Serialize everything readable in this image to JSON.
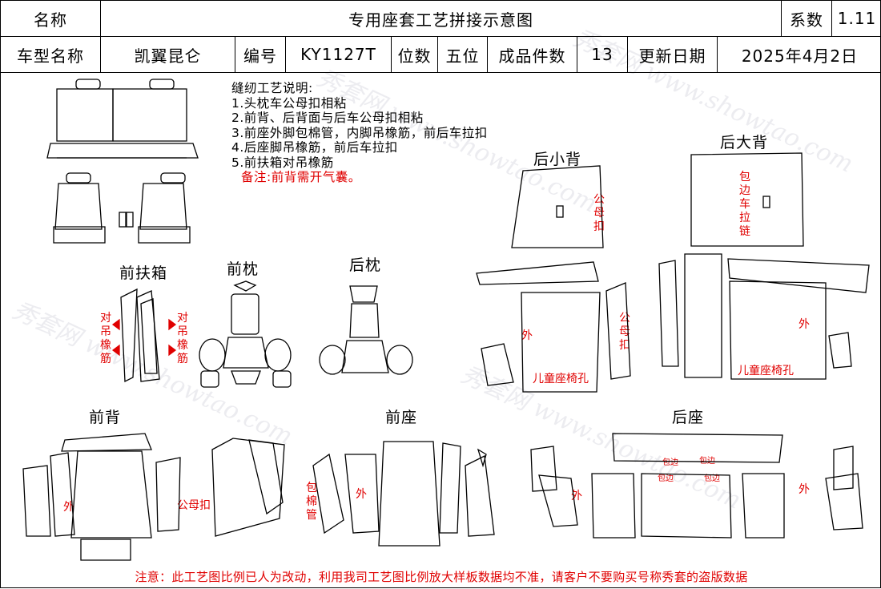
{
  "header": {
    "name_label": "名称",
    "doc_title": "专用座套工艺拼接示意图",
    "coef_label": "系数",
    "coef_value": "1.11",
    "model_label": "车型名称",
    "model_value": "凯翼昆仑",
    "code_label": "编号",
    "code_value": "KY1127T",
    "seats_label": "位数",
    "seats_value": "五位",
    "pieces_label": "成品件数",
    "pieces_value": "13",
    "update_label": "更新日期",
    "update_value": "2025年4月2日"
  },
  "notes": {
    "title": "缝纫工艺说明:",
    "items": [
      "1.头枕车公母扣相粘",
      "2.前背、后背面与后车公母扣相粘",
      "3.前座外脚包棉管，内脚吊橡筋，前后车拉扣",
      "4.后座脚吊橡筋，前后车拉扣",
      "5.前扶箱对吊橡筋"
    ],
    "remark": "备注:前背需开气囊。"
  },
  "sections": {
    "front_armrest": "前扶箱",
    "front_headrest": "前枕",
    "rear_headrest": "后枕",
    "rear_small_back": "后小背",
    "rear_big_back": "后大背",
    "front_back": "前背",
    "front_seat": "前座",
    "rear_seat": "后座"
  },
  "annotations": {
    "hang_elastic": "对吊橡筋",
    "male_female_buckle": "公母扣",
    "outer": "外",
    "child_seat_hole": "儿童座椅孔",
    "edge_zipper": "包边车拉链",
    "cotton_tube": "包棉管",
    "edging": "包边",
    "male_female_buckle_inline": "公母扣"
  },
  "watermark": {
    "text": "秀套网 www.showtao.com"
  },
  "footer": {
    "notice": "注意：此工艺图比例已人为改动，利用我司工艺图比例放大样板数据均不准，请客户不要购买号称秀套的盗版数据"
  },
  "colors": {
    "accent_red": "#e00000",
    "line": "#000000"
  }
}
